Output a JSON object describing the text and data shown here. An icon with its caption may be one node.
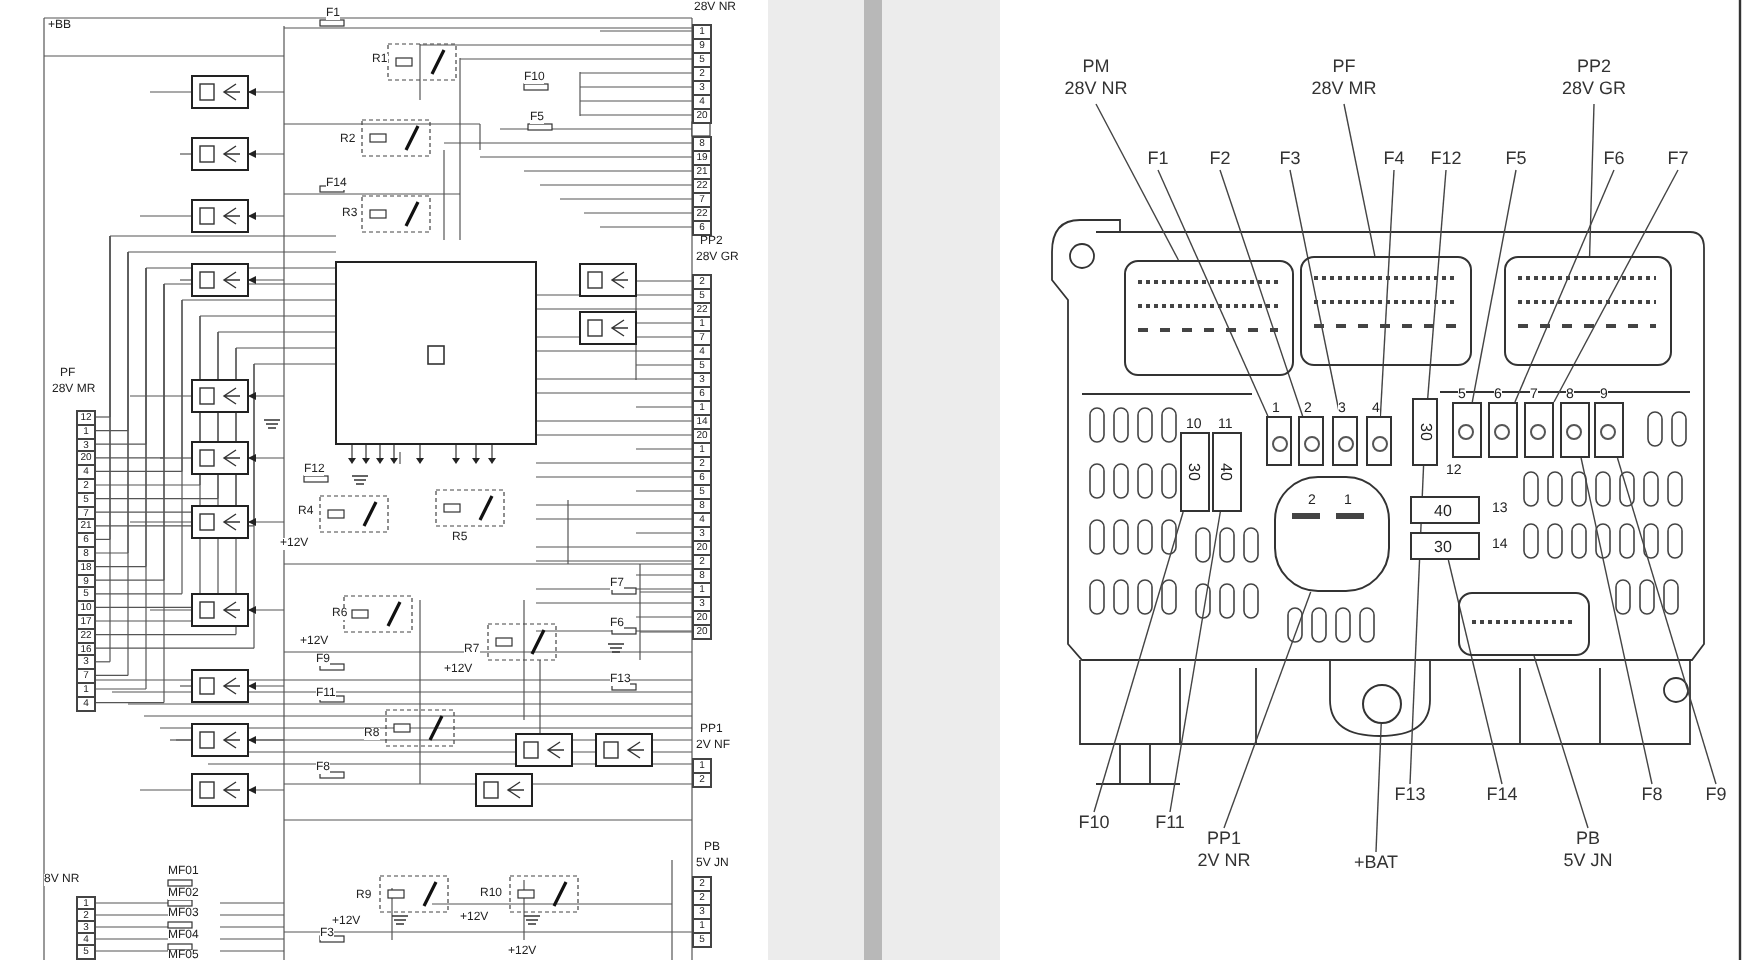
{
  "diagram": {
    "nodes": [
      {
        "text": [
          "PM",
          "28V NR"
        ]
      },
      {
        "text": [
          "PF",
          "28V MR"
        ]
      },
      {
        "text": [
          "PP2",
          "28V GR"
        ]
      },
      {
        "text": [
          "F1"
        ]
      },
      {
        "text": [
          "F2"
        ]
      },
      {
        "text": [
          "F3"
        ]
      },
      {
        "text": [
          "F4"
        ]
      },
      {
        "text": [
          "F12"
        ]
      },
      {
        "text": [
          "F5"
        ]
      },
      {
        "text": [
          "F6"
        ]
      },
      {
        "text": [
          "F7"
        ]
      },
      {
        "text": [],
        "shape": "box"
      },
      {
        "text": [],
        "shape": "box"
      },
      {
        "text": [],
        "shape": "box"
      },
      {
        "text": [
          "1"
        ]
      },
      {
        "text": [
          "2"
        ]
      },
      {
        "text": [
          "3"
        ]
      },
      {
        "text": [
          "4"
        ]
      },
      {
        "text": [
          "12",
          "30"
        ]
      },
      {
        "text": [
          "5"
        ]
      },
      {
        "text": [
          "6"
        ]
      },
      {
        "text": [
          "7"
        ]
      },
      {
        "text": [
          "8"
        ]
      },
      {
        "text": [
          "9"
        ]
      },
      {
        "text": [
          "10",
          "30"
        ]
      },
      {
        "text": [
          "11",
          "40"
        ]
      },
      {
        "text": [
          "2",
          "1"
        ]
      },
      {
        "text": [
          "40",
          "13"
        ]
      },
      {
        "text": [
          "30",
          "14"
        ]
      },
      {
        "text": [],
        "shape": "box"
      },
      {
        "text": [],
        "shape": "circle"
      },
      {
        "text": [
          "F10"
        ]
      },
      {
        "text": [
          "F11"
        ]
      },
      {
        "text": [
          "PP1",
          "2V NR"
        ]
      },
      {
        "text": [
          "+BAT"
        ]
      },
      {
        "text": [
          "F13"
        ]
      },
      {
        "text": [
          "F14"
        ]
      },
      {
        "text": [
          "PB",
          "5V JN"
        ]
      },
      {
        "text": [
          "F8"
        ]
      },
      {
        "text": [
          "F9"
        ]
      }
    ],
    "edges": [
      {
        "from": 0,
        "to": 11,
        "arrow": "none"
      },
      {
        "from": 1,
        "to": 12,
        "arrow": "none"
      },
      {
        "from": 2,
        "to": 13,
        "arrow": "none"
      },
      {
        "from": 3,
        "to": 14,
        "arrow": "none"
      },
      {
        "from": 4,
        "to": 15,
        "arrow": "none"
      },
      {
        "from": 5,
        "to": 16,
        "arrow": "none"
      },
      {
        "from": 6,
        "to": 17,
        "arrow": "none"
      },
      {
        "from": 7,
        "to": 18,
        "arrow": "none"
      },
      {
        "from": 8,
        "to": 19,
        "arrow": "none"
      },
      {
        "from": 9,
        "to": 20,
        "arrow": "none"
      },
      {
        "from": 10,
        "to": 21,
        "arrow": "none"
      },
      {
        "from": 31,
        "to": 24,
        "arrow": "none"
      },
      {
        "from": 32,
        "to": 25,
        "arrow": "none"
      },
      {
        "from": 33,
        "to": 26,
        "arrow": "none"
      },
      {
        "from": 34,
        "to": 30,
        "arrow": "none"
      },
      {
        "from": 35,
        "to": 18,
        "arrow": "none"
      },
      {
        "from": 36,
        "to": 28,
        "arrow": "none"
      },
      {
        "from": 37,
        "to": 29,
        "arrow": "none"
      },
      {
        "from": 38,
        "to": 22,
        "arrow": "none"
      },
      {
        "from": 39,
        "to": 23,
        "arrow": "none"
      }
    ],
    "labels": [
      "+BB",
      "F1",
      "28V NR",
      "1",
      "9",
      "5",
      "2",
      "3",
      "4",
      "20",
      "8",
      "19",
      "21",
      "22",
      "7",
      "22",
      "6",
      "R1",
      "F10",
      "F5",
      "R2",
      "F14",
      "R3",
      "PP2",
      "28V GR",
      "2",
      "5",
      "22",
      "1",
      "7",
      "4",
      "5",
      "3",
      "6",
      "1",
      "14",
      "20",
      "1",
      "2",
      "6",
      "5",
      "8",
      "4",
      "3",
      "20",
      "2",
      "8",
      "1",
      "3",
      "20",
      "20",
      "PF",
      "28V MR",
      "12",
      "1",
      "3",
      "20",
      "4",
      "2",
      "5",
      "7",
      "21",
      "6",
      "8",
      "18",
      "9",
      "5",
      "10",
      "17",
      "22",
      "16",
      "3",
      "7",
      "1",
      "4",
      "F12",
      "R4",
      "+12V",
      "R5",
      "F7",
      "R6",
      "F6",
      "+12V",
      "R7",
      "+12V",
      "F9",
      "F11",
      "F13",
      "R8",
      "PP1",
      "2V NF",
      "1",
      "2",
      "F8",
      "PB",
      "5V JN",
      "2",
      "2",
      "3",
      "1",
      "5",
      "8V NR",
      "MF01",
      "MF02",
      "MF03",
      "MF04",
      "MF05",
      "1",
      "2",
      "3",
      "4",
      "5",
      "R9",
      "+12V",
      "R10",
      "+12V",
      "F3",
      "+12V"
    ]
  }
}
